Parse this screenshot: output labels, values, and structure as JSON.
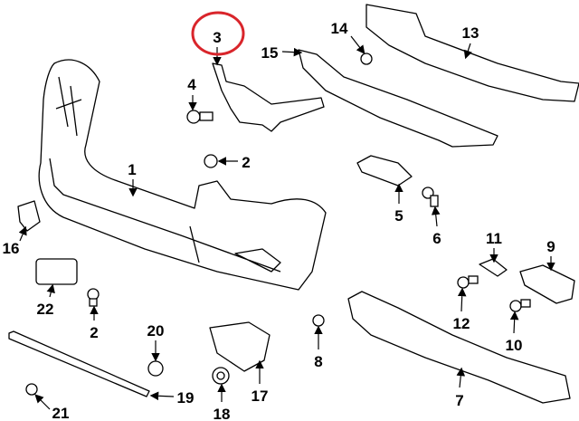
{
  "title": "Front bumper components diagram",
  "highlight_color": "#d9252b",
  "highlighted_part": "3",
  "callouts": [
    "1",
    "2",
    "3",
    "4",
    "5",
    "6",
    "7",
    "8",
    "9",
    "10",
    "11",
    "12",
    "13",
    "14",
    "15",
    "16",
    "17",
    "18",
    "19",
    "20",
    "21",
    "22",
    "2"
  ]
}
